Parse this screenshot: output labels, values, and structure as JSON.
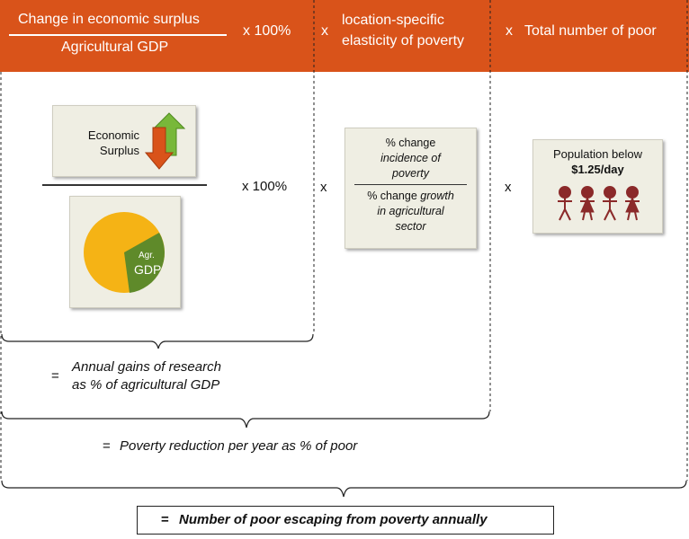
{
  "header": {
    "numerator": "Change in economic surplus",
    "denominator": "Agricultural GDP",
    "times_100": "x  100%",
    "times_1": "x",
    "elasticity_line1": "location-specific",
    "elasticity_line2": "elasticity of poverty",
    "times_2": "x",
    "total_poor": "Total number of poor"
  },
  "surplus_card": {
    "line1": "Economic",
    "line2": "Surplus"
  },
  "gdp_card": {
    "line1": "Agr.",
    "line2": "GDP"
  },
  "body": {
    "times_100": "x  100%",
    "times_1": "x",
    "times_2": "x"
  },
  "elasticity_card": {
    "line1": "% change",
    "line2": "incidence of",
    "line3": "poverty",
    "line4_plain": "% change ",
    "line4_italic": "growth",
    "line5": "in agricultural",
    "line6": "sector"
  },
  "population_card": {
    "line1": "Population below",
    "line2": "$1.25/day"
  },
  "result1": {
    "eq": "=",
    "line1": "Annual gains of research",
    "line2": "as % of agricultural GDP"
  },
  "result2": {
    "eq": "=",
    "text": "Poverty reduction per year as % of poor"
  },
  "result3": {
    "eq": "=",
    "text": "Number of poor escaping from poverty annually"
  },
  "colors": {
    "header": "#d9531a",
    "card": "#efeee3",
    "pie_main": "#f5b315",
    "pie_slice": "#5f8a2a",
    "figures": "#8b2a2a",
    "arrow_up": "#78b83a",
    "arrow_down": "#d9531a"
  }
}
